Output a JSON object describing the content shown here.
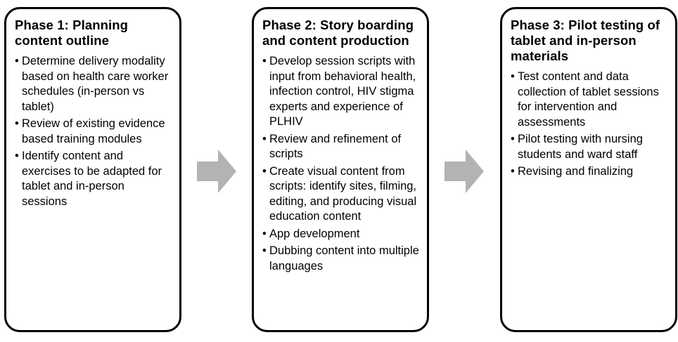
{
  "phases": [
    {
      "title": "Phase 1: Planning content outline",
      "items": [
        "Determine delivery modality based on health care worker schedules (in-person vs tablet)",
        "Review of existing evidence based training modules",
        "Identify content and exercises to be adapted for tablet and in-person sessions"
      ]
    },
    {
      "title": "Phase 2: Story boarding and content production",
      "items": [
        "Develop session scripts with input from behavioral health, infection control, HIV stigma experts and experience of PLHIV",
        "Review and refinement of scripts",
        "Create visual content from scripts: identify sites, filming, editing, and producing visual education content",
        "App development",
        "Dubbing content into multiple languages"
      ]
    },
    {
      "title": "Phase 3: Pilot testing of tablet and in-person materials",
      "items": [
        "Test content and data collection of tablet sessions for intervention and assessments",
        "Pilot testing with nursing students and ward staff",
        "Revising and finalizing"
      ]
    }
  ],
  "bullet_char": "•",
  "colors": {
    "border": "#000000",
    "arrow": "#b3b3b3",
    "background": "#ffffff"
  }
}
